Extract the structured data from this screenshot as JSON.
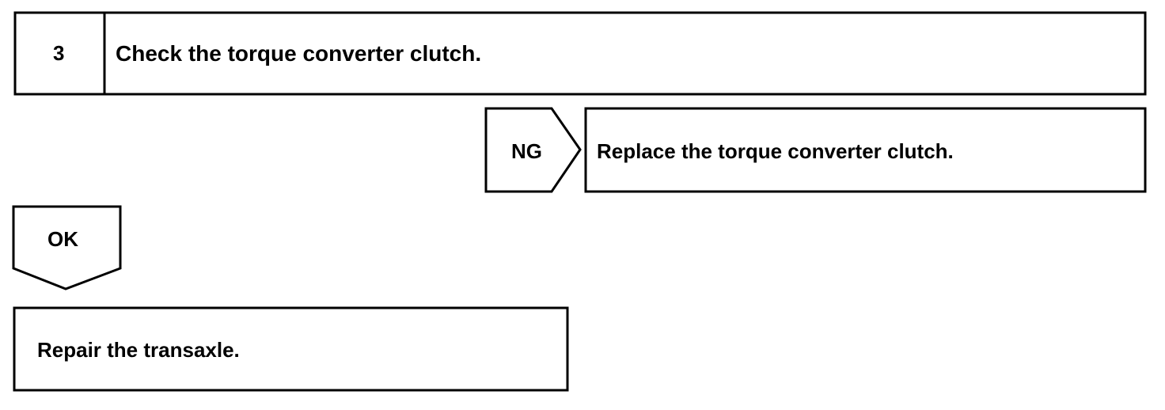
{
  "step": {
    "number": "3",
    "title": "Check the torque converter clutch."
  },
  "ng_branch": {
    "label": "NG",
    "action": "Replace the torque converter clutch."
  },
  "ok_branch": {
    "label": "OK",
    "action": "Repair the transaxle."
  },
  "colors": {
    "line": "#000000",
    "background": "#ffffff"
  }
}
